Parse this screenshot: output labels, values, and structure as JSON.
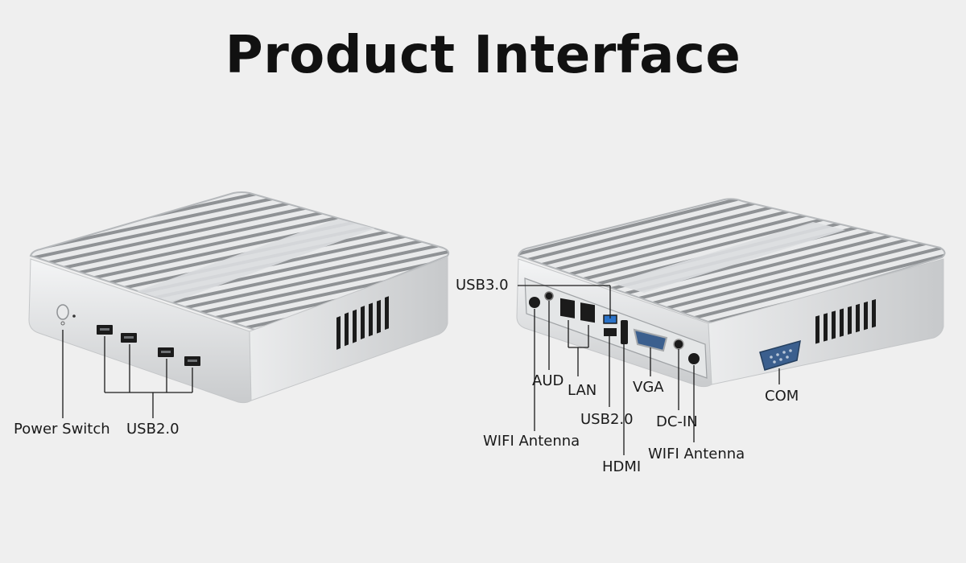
{
  "title": "Product Interface",
  "labels": {
    "power_switch": "Power Switch",
    "front_usb": "USB2.0",
    "usb3": "USB3.0",
    "aud": "AUD",
    "lan": "LAN",
    "vga": "VGA",
    "com": "COM",
    "rear_usb2": "USB2.0",
    "dc_in": "DC-IN",
    "wifi_left": "WIFI Antenna",
    "wifi_right": "WIFI Antenna",
    "hdmi": "HDMI"
  },
  "colors": {
    "background": "#efefef",
    "chassis": "#d9dbdd",
    "fin_dark": "#8d9093",
    "port_black": "#1b1b1b",
    "usb3_blue": "#2a72c8",
    "com_blue": "#3b5f8e"
  },
  "icons": {
    "power": "power-button-icon",
    "fan": "vent-icon"
  }
}
